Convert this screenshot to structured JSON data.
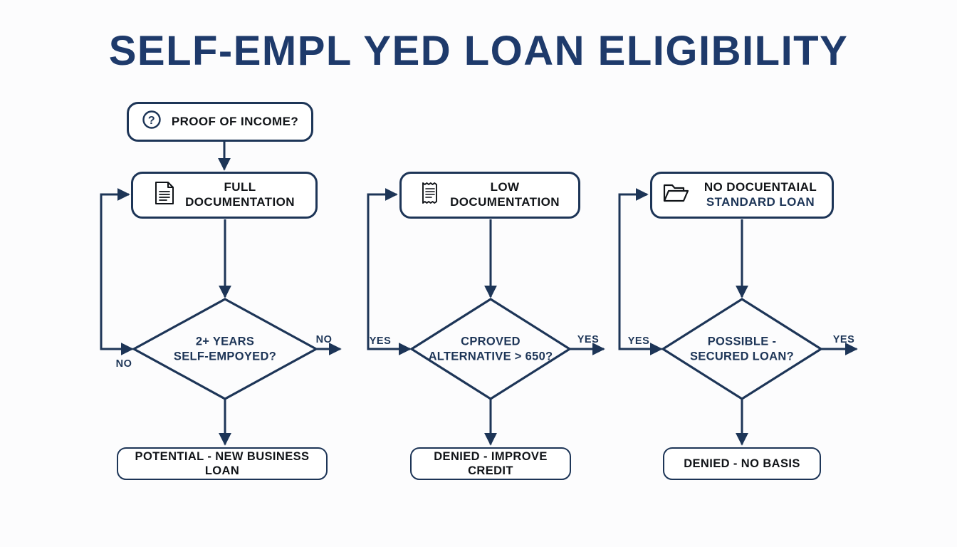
{
  "title": "SELF-EMPL YED LOAN ELIGIBILITY",
  "theme": {
    "background": "#fcfcfd",
    "stroke": "#1d3557",
    "title_color": "#1e3a6b",
    "node_text": "#111418",
    "label_color": "#1d3557",
    "node_fill": "#ffffff"
  },
  "nodes": {
    "start": {
      "label": "PROOF OF INCOME?",
      "icon": "question-circle-icon",
      "shape": "rounded-rect"
    },
    "doc_row": [
      {
        "label": "FULL\nDOCUMENTATION",
        "icon": "document-icon",
        "shape": "rounded-rect"
      },
      {
        "label": "LOW\nDOCUMENTATION",
        "icon": "receipt-icon",
        "shape": "rounded-rect"
      },
      {
        "label_line1": "NO DOCUENTAIAL",
        "label_line2": "STANDARD LOAN",
        "icon": "folder-icon",
        "shape": "rounded-rect"
      }
    ],
    "decisions": [
      {
        "label": "2+ YEARS\nSELF-EMPOYED?",
        "shape": "diamond"
      },
      {
        "label": "CPROVED\nALTERNATIVE > 650?",
        "shape": "diamond"
      },
      {
        "label": "POSSIBLE -\nSECURED LOAN?",
        "shape": "diamond"
      }
    ],
    "outcomes": [
      {
        "label": "POTENTIAL - NEW BUSINESS LOAN",
        "shape": "rounded-rect"
      },
      {
        "label": "DENIED - IMPROVE CREDIT",
        "shape": "rounded-rect"
      },
      {
        "label": "DENIED - NO BASIS",
        "shape": "rounded-rect"
      }
    ]
  },
  "edge_labels": {
    "col1_loop": "NO",
    "col1_right": "NO",
    "col2_loop": "YES",
    "col2_right": "YES",
    "col3_loop": "YES",
    "col3_right": "YES"
  },
  "chart_data": {
    "type": "diagram",
    "diagram_type": "flowchart",
    "orientation": "top-down",
    "title": "SELF-EMPL YED LOAN ELIGIBILITY",
    "columns": 3,
    "nodes": [
      {
        "id": "start",
        "text": "PROOF OF INCOME?",
        "type": "start",
        "icon": "question-circle-icon"
      },
      {
        "id": "full-doc",
        "text": "FULL DOCUMENTATION",
        "type": "process",
        "icon": "document-icon"
      },
      {
        "id": "low-doc",
        "text": "LOW DOCUMENTATION",
        "type": "process",
        "icon": "receipt-icon"
      },
      {
        "id": "no-doc",
        "text": "NO DOCUENTAIAL STANDARD LOAN",
        "type": "process",
        "icon": "folder-icon"
      },
      {
        "id": "d1",
        "text": "2+ YEARS SELF-EMPOYED?",
        "type": "decision"
      },
      {
        "id": "d2",
        "text": "CPROVED ALTERNATIVE > 650?",
        "type": "decision"
      },
      {
        "id": "d3",
        "text": "POSSIBLE - SECURED LOAN?",
        "type": "decision"
      },
      {
        "id": "o1",
        "text": "POTENTIAL - NEW BUSINESS LOAN",
        "type": "terminal"
      },
      {
        "id": "o2",
        "text": "DENIED - IMPROVE CREDIT",
        "type": "terminal"
      },
      {
        "id": "o3",
        "text": "DENIED - NO BASIS",
        "type": "terminal"
      }
    ],
    "edges": [
      {
        "from": "start",
        "to": "full-doc",
        "label": ""
      },
      {
        "from": "full-doc",
        "to": "d1",
        "label": ""
      },
      {
        "from": "d1",
        "to": "o1",
        "label": ""
      },
      {
        "from": "d1",
        "to": "full-doc",
        "label": "NO"
      },
      {
        "from": "d1",
        "to": "exit-right-1",
        "label": "NO"
      },
      {
        "from": "low-doc",
        "to": "d2",
        "label": ""
      },
      {
        "from": "d2",
        "to": "o2",
        "label": ""
      },
      {
        "from": "d2",
        "to": "low-doc",
        "label": "YES"
      },
      {
        "from": "d2",
        "to": "exit-right-2",
        "label": "YES"
      },
      {
        "from": "no-doc",
        "to": "d3",
        "label": ""
      },
      {
        "from": "d3",
        "to": "o3",
        "label": ""
      },
      {
        "from": "d3",
        "to": "no-doc",
        "label": "YES"
      },
      {
        "from": "d3",
        "to": "exit-right-3",
        "label": "YES"
      }
    ]
  }
}
